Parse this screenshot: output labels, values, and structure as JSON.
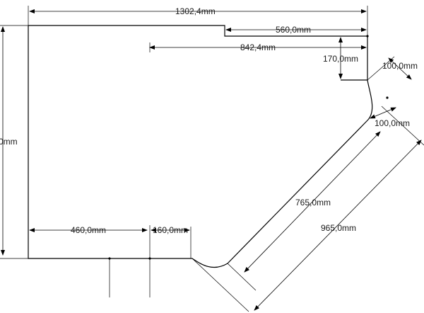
{
  "dimensions": {
    "total_width": "1302,4mm",
    "right_segment": "560,0mm",
    "inner_offset": "842,4mm",
    "step_height": "170,0mm",
    "radius_top": "100,0mm",
    "radius_side": "100,0mm",
    "diagonal_inner": "765,0mm",
    "diagonal_outer": "965,0mm",
    "bottom_left": "460,0mm",
    "bottom_small": "160,0mm",
    "left_height": "0mm"
  }
}
